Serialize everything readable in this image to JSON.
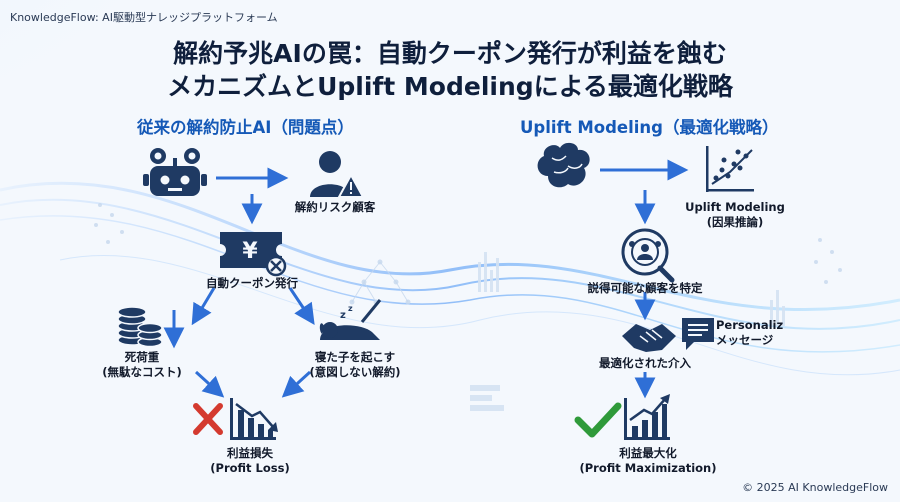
{
  "header": {
    "brand": "KnowledgeFlow: AI駆動型ナレッジプラットフォーム",
    "title_line1": "解約予兆AIの罠：自動クーポン発行が利益を蝕む",
    "title_line2": "メカニズムとUplift Modelingによる最適化戦略"
  },
  "left": {
    "heading": "従来の解約防止AI（問題点）",
    "nodes": {
      "risk_customer": "解約リスク顧客",
      "auto_coupon": "自動クーポン発行",
      "deadweight_line1": "死荷重",
      "deadweight_line2": "(無駄なコスト)",
      "sleeping_line1": "寝た子を起こす",
      "sleeping_line2": "(意図しない解約)",
      "loss_line1": "利益損失",
      "loss_line2": "(Profit Loss)"
    },
    "icons": [
      "robot-gear-icon",
      "user-warning-icon",
      "coupon-yen-icon",
      "coin-stack-icon",
      "sleeping-dog-icon",
      "cross-icon",
      "falling-chart-icon"
    ]
  },
  "right": {
    "heading": "Uplift Modeling（最適化戦略）",
    "nodes": {
      "uplift_line1": "Uplift Modeling",
      "uplift_line2": "(因果推論)",
      "persuadable": "説得可能な顧客を特定",
      "personaliz": "Personaliz",
      "message": "メッセージ",
      "intervention": "最適化された介入",
      "max_line1": "利益最大化",
      "max_line2": "(Profit Maximization)"
    },
    "icons": [
      "brain-icon",
      "scatter-chart-icon",
      "target-people-icon",
      "handshake-icon",
      "message-icon",
      "check-icon",
      "rising-chart-icon"
    ]
  },
  "footer": {
    "copyright": "© 2025 AI KnowledgeFlow"
  },
  "colors": {
    "heading_blue": "#1559b7",
    "arrow_blue": "#2f6fd6",
    "icon_navy": "#1f3a63",
    "cross_red": "#d43a2f",
    "check_green": "#2f9a3a"
  }
}
